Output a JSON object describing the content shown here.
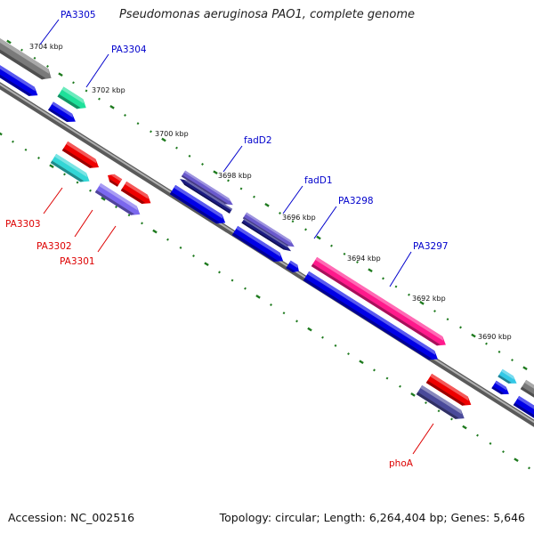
{
  "title": "Pseudomonas aeruginosa PAO1, complete genome",
  "footer": {
    "accession": "Accession: NC_002516",
    "summary": "Topology: circular; Length: 6,264,404 bp; Genes: 5,646"
  },
  "colors": {
    "backbone": "#8a8a8a",
    "tick": "#1e7a1e",
    "label_forward": "#0000cc",
    "label_reverse": "#dd0000"
  },
  "ruler": [
    {
      "label": "3704 kbp"
    },
    {
      "label": "3702 kbp"
    },
    {
      "label": "3700 kbp"
    },
    {
      "label": "3698 kbp"
    },
    {
      "label": "3696 kbp"
    },
    {
      "label": "3694 kbp"
    },
    {
      "label": "3692 kbp"
    },
    {
      "label": "3690 kbp"
    }
  ],
  "labels": [
    {
      "name": "PA3305",
      "strand": "forward"
    },
    {
      "name": "PA3304",
      "strand": "forward"
    },
    {
      "name": "fadD2",
      "strand": "forward"
    },
    {
      "name": "fadD1",
      "strand": "forward"
    },
    {
      "name": "PA3298",
      "strand": "forward"
    },
    {
      "name": "PA3297",
      "strand": "forward"
    },
    {
      "name": "PA3303",
      "strand": "reverse"
    },
    {
      "name": "PA3302",
      "strand": "reverse"
    },
    {
      "name": "PA3301",
      "strand": "reverse"
    },
    {
      "name": "phoA",
      "strand": "reverse"
    }
  ],
  "features": [
    {
      "id": "f-grey-top",
      "color": "#7a7a7a"
    },
    {
      "id": "f-blue-top",
      "color": "#0000e6"
    },
    {
      "id": "f-pa3304",
      "color": "#1fe09a"
    },
    {
      "id": "f-blue-small",
      "color": "#0000e6"
    },
    {
      "id": "f-fadd2-a",
      "color": "#6a5acd"
    },
    {
      "id": "f-fadd2-b",
      "color": "#1a1a80"
    },
    {
      "id": "f-blue-mid1",
      "color": "#0000e6"
    },
    {
      "id": "f-fadd1-a",
      "color": "#6a5acd"
    },
    {
      "id": "f-fadd1-b",
      "color": "#1a1a80"
    },
    {
      "id": "f-blue-mid2",
      "color": "#0000e6"
    },
    {
      "id": "f-blue-tiny",
      "color": "#0000e6"
    },
    {
      "id": "f-pa3297",
      "color": "#ff1a8c"
    },
    {
      "id": "f-blue-long",
      "color": "#0000e6"
    },
    {
      "id": "f-red-a",
      "color": "#ee0000"
    },
    {
      "id": "f-cyan",
      "color": "#33d6d6"
    },
    {
      "id": "f-red-b",
      "color": "#ee0000"
    },
    {
      "id": "f-red-c",
      "color": "#ee0000"
    },
    {
      "id": "f-slate",
      "color": "#7b68ee"
    },
    {
      "id": "f-phoa-red",
      "color": "#ee0000"
    },
    {
      "id": "f-phoa-slate",
      "color": "#4a4a9a"
    },
    {
      "id": "f-cyan-right",
      "color": "#33c8e6"
    },
    {
      "id": "f-blue-right",
      "color": "#0000e6"
    },
    {
      "id": "f-grey-right",
      "color": "#7a7a7a"
    },
    {
      "id": "f-blue-right2",
      "color": "#0000e6"
    }
  ]
}
